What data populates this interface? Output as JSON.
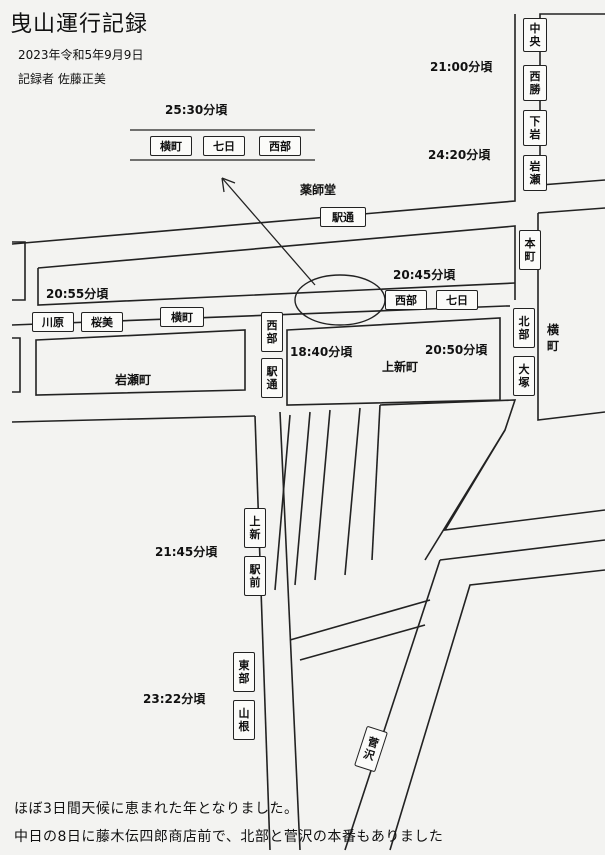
{
  "title": "曳山運行記録",
  "date": "2023年令和5年9月9日",
  "recorder": "記録者 佐藤正美",
  "times": [
    "21:00分頃",
    "24:20分頃",
    "25:30分頃",
    "20:45分頃",
    "20:55分頃",
    "18:40分頃",
    "20:50分頃",
    "21:45分頃",
    "23:22分頃"
  ],
  "streets": {
    "yakushido": "薬師堂",
    "kamishinmachi": "上新町",
    "iwasemachi": "岩瀬町",
    "yokomachi_right": "横町"
  },
  "floats": {
    "chuo": "中央",
    "nishikatsu": "西勝",
    "shimoiwa": "下岩",
    "iwase": "岩瀬",
    "honmachi": "本町",
    "kitabe": "北部",
    "otsuka": "大塚",
    "yokomachi_top": "横町",
    "nanoka_top": "七日",
    "seibu_top": "西部",
    "ekidori_top": "駅通",
    "seibu_mid": "西部",
    "nanoka_mid": "七日",
    "kawahara": "川原",
    "sakurami": "桜美",
    "yokomachi_left": "横町",
    "seibu_v": "西部",
    "ekidori_v": "駅通",
    "kamishin": "上新",
    "ekimae": "駅前",
    "tobu": "東部",
    "yamane": "山根",
    "sugesawa": "菅沢"
  },
  "notes": [
    "ほぼ3日間天候に恵まれた年となりました。",
    "中日の8日に藤木伝四郎商店前で、北部と菅沢の本番もありました"
  ]
}
